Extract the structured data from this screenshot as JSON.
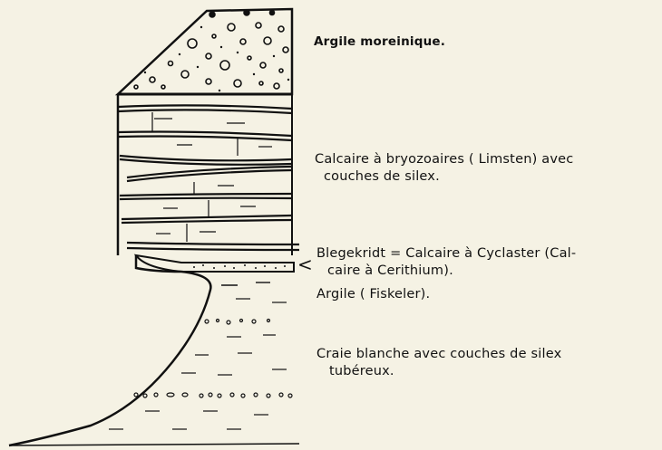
{
  "labels": {
    "moraine": "Argile moreinique.",
    "limestone_line1": "Calcaire à bryozoaires ( Limsten) avec",
    "limestone_line2": "couches de silex.",
    "blegekridt_line1": "Blegekridt = Calcaire à Cyclaster (Cal-",
    "blegekridt_line2": "caire à Cerithium).",
    "argile": "Argile ( Fiskeler).",
    "craie_line1": "Craie blanche avec couches de silex",
    "craie_line2": "tubéreux."
  },
  "colors": {
    "paper": "#f5f2e4",
    "ink": "#111111"
  }
}
